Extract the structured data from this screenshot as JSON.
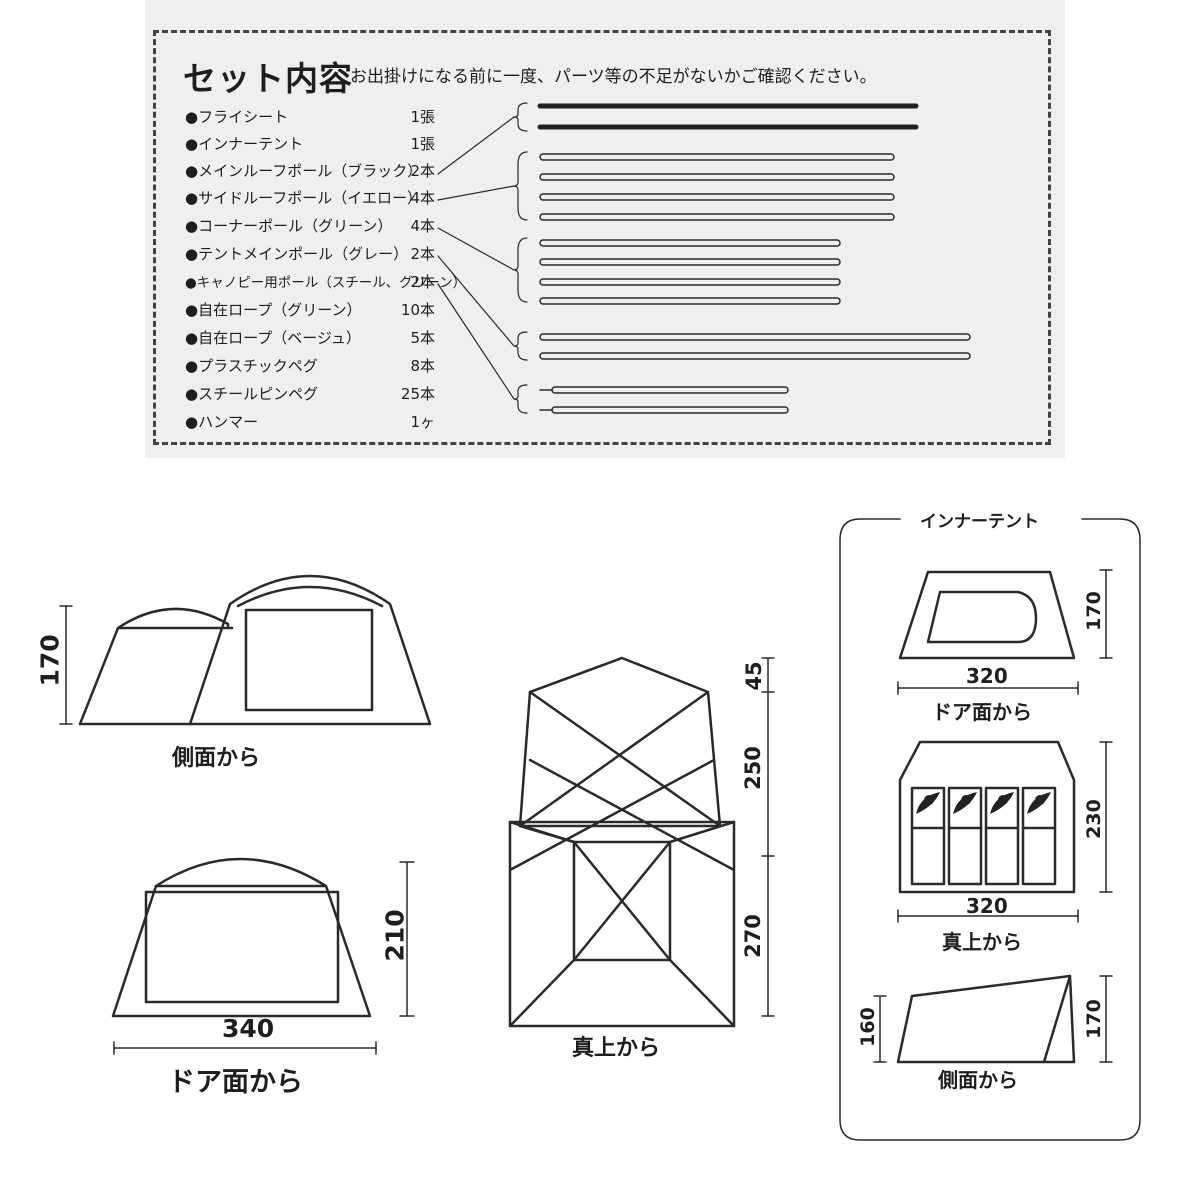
{
  "set_contents": {
    "title": "セット内容",
    "note": "お出掛けになる前に一度、パーツ等の不足がないかご確認ください。",
    "items": [
      {
        "name": "●フライシート",
        "qty": "1張"
      },
      {
        "name": "●インナーテント",
        "qty": "1張"
      },
      {
        "name": "●メインルーフポール（ブラック）",
        "qty": "2本"
      },
      {
        "name": "●サイドルーフポール（イエロー）",
        "qty": "4本"
      },
      {
        "name": "●コーナーポール（グリーン）",
        "qty": "4本"
      },
      {
        "name": "●テントメインポール（グレー）",
        "qty": "2本"
      },
      {
        "name": "●キャノピー用ポール（スチール、グリーン）",
        "qty": "2本"
      },
      {
        "name": "●自在ロープ（グリーン）",
        "qty": "10本"
      },
      {
        "name": "●自在ロープ（ベージュ）",
        "qty": "5本"
      },
      {
        "name": "●プラスチックペグ",
        "qty": "8本"
      },
      {
        "name": "●スチールピンペグ",
        "qty": "25本"
      },
      {
        "name": "●ハンマー",
        "qty": "1ヶ"
      }
    ]
  },
  "main_tent": {
    "side": {
      "label": "側面から",
      "height": "170"
    },
    "door": {
      "label": "ドア面から",
      "height": "210",
      "width": "340"
    },
    "top": {
      "label": "真上から",
      "dims": [
        "45",
        "250",
        "270"
      ]
    }
  },
  "inner_tent": {
    "title": "インナーテント",
    "door": {
      "label": "ドア面から",
      "width": "320",
      "height": "170"
    },
    "top": {
      "label": "真上から",
      "width": "320",
      "depth": "230"
    },
    "side": {
      "label": "側面から",
      "left_height": "160",
      "right_height": "170"
    }
  }
}
